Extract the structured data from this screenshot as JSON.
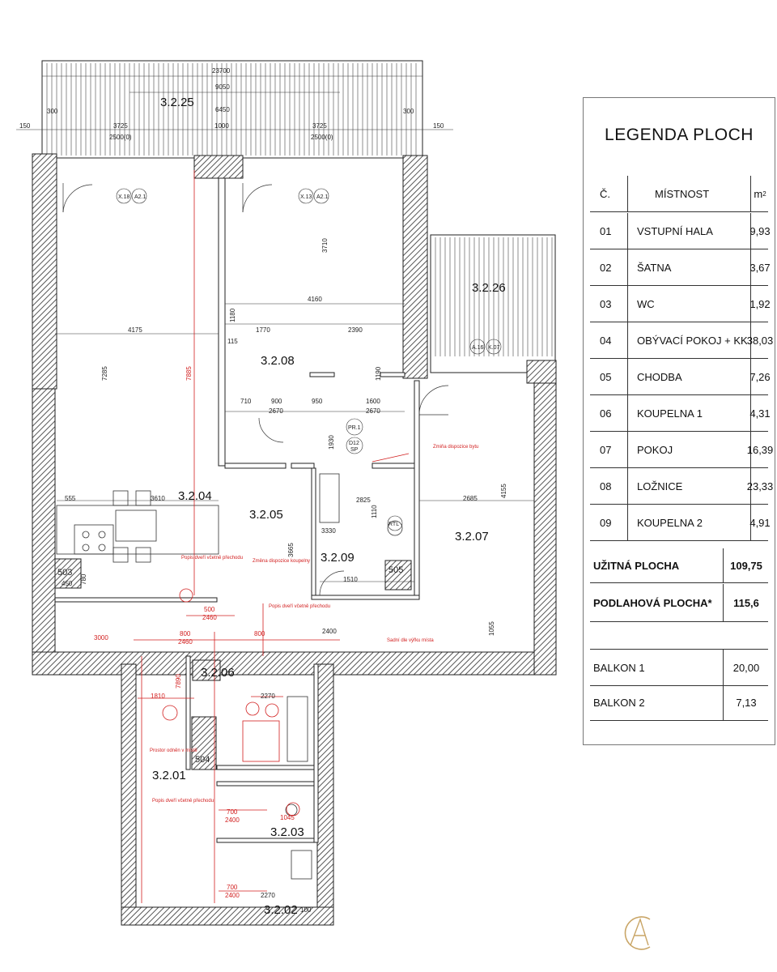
{
  "floorplan": {
    "rooms": {
      "r3225": "3.2.25",
      "r3226": "3.2.26",
      "r3208": "3.2.08",
      "r3204": "3.2.04",
      "r3205": "3.2.05",
      "r3207": "3.2.07",
      "r3209": "3.2.09",
      "r3206": "3.2.06",
      "r3201": "3.2.01",
      "r3203": "3.2.03",
      "r3202": "3.2.02",
      "t503": "503",
      "t505": "505",
      "t504": "504"
    },
    "dims": {
      "d23700": "23700",
      "d9050": "9050",
      "d6450": "6450",
      "d300a": "300",
      "d300b": "300",
      "d150a": "150",
      "d150b": "150",
      "d3725a": "3725",
      "d3725b": "3725",
      "d2500a": "2500(0)",
      "d2500b": "2500(0)",
      "d1000": "1000",
      "d3710": "3710",
      "d4160": "4160",
      "d1180": "1180",
      "d4175": "4175",
      "d1770": "1770",
      "d2390": "2390",
      "d7285": "7285",
      "d115a": "115",
      "d710": "710",
      "d900": "900",
      "d950": "950",
      "d1600": "1600",
      "d2670a": "2670",
      "d2670b": "2670",
      "d1930": "1930",
      "d1190": "1190",
      "d555": "555",
      "d3610": "3610",
      "d2685": "2685",
      "d4155": "4155",
      "d2825": "2825",
      "d1110": "1110",
      "d3665": "3665",
      "d1055": "1055",
      "d1510": "1510",
      "d780": "780",
      "d450": "450",
      "d2400": "2400",
      "d2270a": "2270",
      "d2270b": "2270",
      "d3330": "3330",
      "d100": "100"
    },
    "red": {
      "r7885": "7885",
      "r2460a": "2460",
      "r2460b": "2460",
      "r500": "500",
      "r800a": "800",
      "r800b": "800",
      "r1810": "1810",
      "r7890": "7890",
      "r3000": "3000",
      "r700a": "700",
      "r700b": "700",
      "r2400a": "2400",
      "r2400b": "2400",
      "r1045": "1045",
      "n1": "Zmiňa dispozice bytu",
      "n2": "Popis dveří včetně přechodu",
      "n3": "Změna dispozice koupelny",
      "n4": "Popis dveří včetně přechodu",
      "n5": "Prostor odněn v místě",
      "n6": "Popis dveří včetně přechodu",
      "n7": "Sadní dle výřku místa"
    },
    "tags": {
      "x18": "X.18",
      "a21a": "A2.1",
      "x13": "X.13",
      "a21b": "A2.1",
      "a16": "A.16",
      "k07": "K.07",
      "pr1": "PR.1",
      "d12": "D12",
      "sp": "SP",
      "rtl": "RTL"
    }
  },
  "legend": {
    "title": "LEGENDA PLOCH",
    "header": {
      "col1": "Č.",
      "col2": "MÍSTNOST",
      "col3_base": "m",
      "col3_sup": "2"
    },
    "rows": [
      {
        "no": "01",
        "name": "VSTUPNÍ HALA",
        "area": "9,93"
      },
      {
        "no": "02",
        "name": "ŠATNA",
        "area": "3,67"
      },
      {
        "no": "03",
        "name": "WC",
        "area": "1,92"
      },
      {
        "no": "04",
        "name": "OBÝVACÍ POKOJ + KK",
        "area": "38,03"
      },
      {
        "no": "05",
        "name": "CHODBA",
        "area": "7,26"
      },
      {
        "no": "06",
        "name": "KOUPELNA 1",
        "area": "4,31"
      },
      {
        "no": "07",
        "name": "POKOJ",
        "area": "16,39"
      },
      {
        "no": "08",
        "name": "LOŽNICE",
        "area": "23,33"
      },
      {
        "no": "09",
        "name": "KOUPELNA 2",
        "area": "4,91"
      }
    ],
    "totals": [
      {
        "label": "UŽITNÁ PLOCHA",
        "value": "109,75"
      },
      {
        "label": "PODLAHOVÁ PLOCHA*",
        "value": "115,6"
      }
    ],
    "balconies": [
      {
        "label": "BALKON 1",
        "value": "20,00"
      },
      {
        "label": "BALKON 2",
        "value": "7,13"
      }
    ]
  },
  "colors": {
    "wall_hatch": "#555555",
    "red_lines": "#d21f1f",
    "logo_gold": "#c9a566"
  }
}
